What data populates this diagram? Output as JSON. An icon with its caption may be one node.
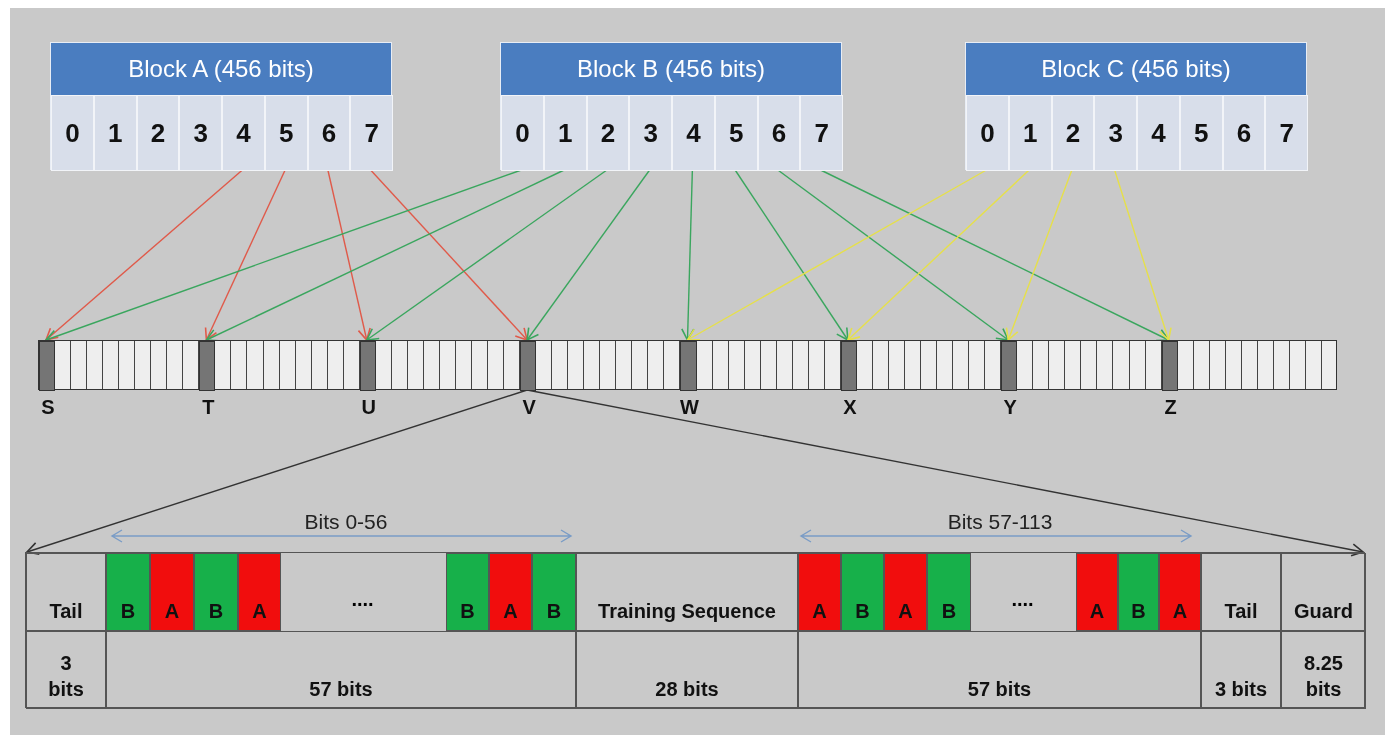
{
  "diagram": {
    "nodes": [
      {
        "text": [
          "Block A (456 bits)"
        ]
      },
      {
        "text": [
          "0"
        ],
        "in": 0
      },
      {
        "text": [
          "1"
        ],
        "in": 0
      },
      {
        "text": [
          "2"
        ],
        "in": 0
      },
      {
        "text": [
          "3"
        ],
        "in": 0
      },
      {
        "text": [
          "4"
        ],
        "in": 0
      },
      {
        "text": [
          "5"
        ],
        "in": 0
      },
      {
        "text": [
          "6"
        ],
        "in": 0
      },
      {
        "text": [
          "7"
        ],
        "in": 0
      },
      {
        "text": [
          "Block B (456 bits)"
        ]
      },
      {
        "text": [
          "0"
        ],
        "in": 9
      },
      {
        "text": [
          "1"
        ],
        "in": 9
      },
      {
        "text": [
          "2"
        ],
        "in": 9
      },
      {
        "text": [
          "3"
        ],
        "in": 9
      },
      {
        "text": [
          "4"
        ],
        "in": 9
      },
      {
        "text": [
          "5"
        ],
        "in": 9
      },
      {
        "text": [
          "6"
        ],
        "in": 9
      },
      {
        "text": [
          "7"
        ],
        "in": 9
      },
      {
        "text": [
          "Block C (456 bits)"
        ]
      },
      {
        "text": [
          "0"
        ],
        "in": 18
      },
      {
        "text": [
          "1"
        ],
        "in": 18
      },
      {
        "text": [
          "2"
        ],
        "in": 18
      },
      {
        "text": [
          "3"
        ],
        "in": 18
      },
      {
        "text": [
          "4"
        ],
        "in": 18
      },
      {
        "text": [
          "5"
        ],
        "in": 18
      },
      {
        "text": [
          "6"
        ],
        "in": 18
      },
      {
        "text": [
          "7"
        ],
        "in": 18
      },
      {
        "text": [],
        "shape": "bar"
      },
      {
        "text": [
          "S"
        ],
        "in": 27
      },
      {
        "text": [
          "T"
        ],
        "in": 27
      },
      {
        "text": [
          "U"
        ],
        "in": 27
      },
      {
        "text": [
          "V"
        ],
        "in": 27
      },
      {
        "text": [
          "W"
        ],
        "in": 27
      },
      {
        "text": [
          "X"
        ],
        "in": 27
      },
      {
        "text": [
          "Y"
        ],
        "in": 27
      },
      {
        "text": [
          "Z"
        ],
        "in": 27
      },
      {
        "text": [],
        "shape": "box"
      },
      {
        "text": [
          "Tail"
        ],
        "in": 36
      },
      {
        "text": [
          "B"
        ],
        "in": 36
      },
      {
        "text": [
          "A"
        ],
        "in": 36
      },
      {
        "text": [
          "B"
        ],
        "in": 36
      },
      {
        "text": [
          "A"
        ],
        "in": 36
      },
      {
        "text": [
          "B"
        ],
        "in": 36
      },
      {
        "text": [
          "A"
        ],
        "in": 36
      },
      {
        "text": [
          "B"
        ],
        "in": 36
      },
      {
        "text": [
          "Training Sequence"
        ],
        "in": 36
      },
      {
        "text": [
          "A"
        ],
        "in": 36
      },
      {
        "text": [
          "B"
        ],
        "in": 36
      },
      {
        "text": [
          "A"
        ],
        "in": 36
      },
      {
        "text": [
          "B"
        ],
        "in": 36
      },
      {
        "text": [
          "A"
        ],
        "in": 36
      },
      {
        "text": [
          "B"
        ],
        "in": 36
      },
      {
        "text": [
          "A"
        ],
        "in": 36
      },
      {
        "text": [
          "Tail"
        ],
        "in": 36
      },
      {
        "text": [
          "Guard"
        ],
        "in": 36
      },
      {
        "text": [
          "3 bits"
        ],
        "in": 36
      },
      {
        "text": [
          "57 bits"
        ],
        "in": 36
      },
      {
        "text": [
          "28 bits"
        ],
        "in": 36
      },
      {
        "text": [
          "57 bits"
        ],
        "in": 36
      },
      {
        "text": [
          "3 bits"
        ],
        "in": 36
      },
      {
        "text": [
          "8.25 bits"
        ],
        "in": 36
      }
    ],
    "edges": [
      {
        "from": 5,
        "to": 28,
        "arrow": "to",
        "color": "#e05a4a"
      },
      {
        "from": 6,
        "to": 29,
        "arrow": "to",
        "color": "#e05a4a"
      },
      {
        "from": 7,
        "to": 30,
        "arrow": "to",
        "color": "#e05a4a"
      },
      {
        "from": 8,
        "to": 31,
        "arrow": "to",
        "color": "#e05a4a"
      },
      {
        "from": 10,
        "to": 28,
        "arrow": "to"
      },
      {
        "from": 11,
        "to": 29,
        "arrow": "to"
      },
      {
        "from": 12,
        "to": 30,
        "arrow": "to"
      },
      {
        "from": 13,
        "to": 31,
        "arrow": "to"
      },
      {
        "from": 14,
        "to": 32,
        "arrow": "to"
      },
      {
        "from": 15,
        "to": 33,
        "arrow": "to"
      },
      {
        "from": 16,
        "to": 34,
        "arrow": "to"
      },
      {
        "from": 17,
        "to": 35,
        "arrow": "to"
      },
      {
        "from": 19,
        "to": 32,
        "arrow": "to",
        "color": "#e6e04a"
      },
      {
        "from": 20,
        "to": 33,
        "arrow": "to",
        "color": "#e6e04a"
      },
      {
        "from": 21,
        "to": 34,
        "arrow": "to",
        "color": "#e6e04a"
      },
      {
        "from": 22,
        "to": 35,
        "arrow": "to",
        "color": "#e6e04a"
      },
      {
        "from": 31,
        "to": 36,
        "arrow": "to",
        "color": "#333333"
      },
      {
        "from": 31,
        "to": 36,
        "arrow": "to",
        "color": "#333333"
      }
    ],
    "labels": [
      "Bits 0-56",
      "Bits 57-113",
      "....",
      "...."
    ]
  }
}
